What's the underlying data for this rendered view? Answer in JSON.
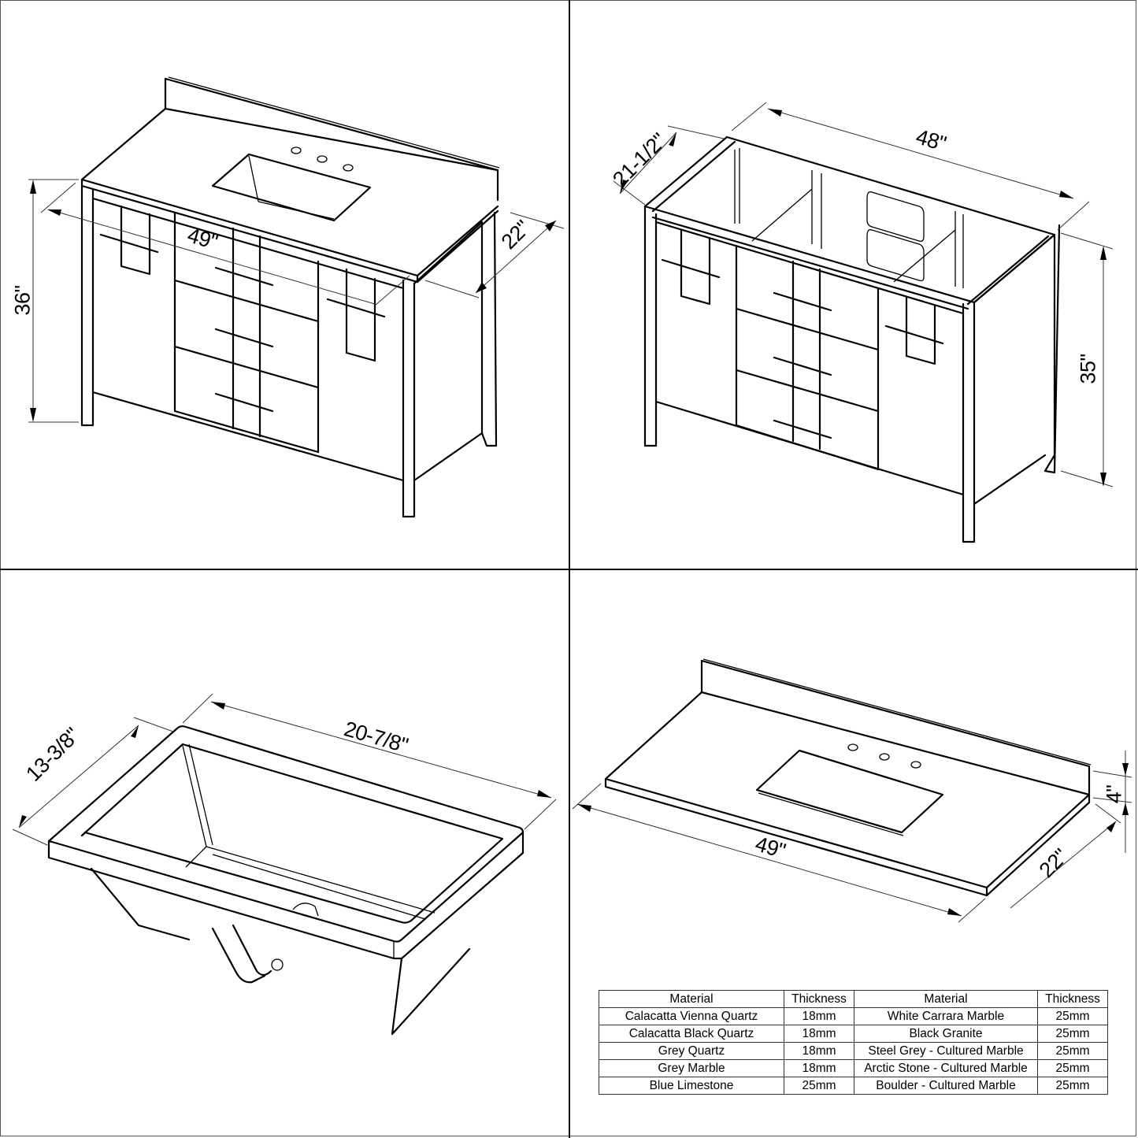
{
  "views": {
    "vanity_assembled": {
      "dimensions": {
        "height": "36\"",
        "width": "49\"",
        "depth": "22\""
      }
    },
    "vanity_cabinet": {
      "dimensions": {
        "width": "48\"",
        "depth": "21-1/2\"",
        "height": "35\""
      }
    },
    "sink_bowl": {
      "dimensions": {
        "length": "20-7/8\"",
        "width": "13-3/8\""
      }
    },
    "countertop": {
      "dimensions": {
        "width": "49\"",
        "depth": "22\"",
        "backsplash_height": "4\""
      }
    }
  },
  "materials_table": {
    "headers": [
      "Material",
      "Thickness",
      "Material",
      "Thickness"
    ],
    "rows": [
      [
        "Calacatta Vienna Quartz",
        "18mm",
        "White Carrara Marble",
        "25mm"
      ],
      [
        "Calacatta Black Quartz",
        "18mm",
        "Black Granite",
        "25mm"
      ],
      [
        "Grey Quartz",
        "18mm",
        "Steel Grey - Cultured Marble",
        "25mm"
      ],
      [
        "Grey Marble",
        "18mm",
        "Arctic Stone - Cultured Marble",
        "25mm"
      ],
      [
        "Blue Limestone",
        "25mm",
        "Boulder - Cultured Marble",
        "25mm"
      ]
    ]
  },
  "colors": {
    "line": "#000000",
    "background": "#ffffff",
    "dimension_line": "#333333"
  }
}
